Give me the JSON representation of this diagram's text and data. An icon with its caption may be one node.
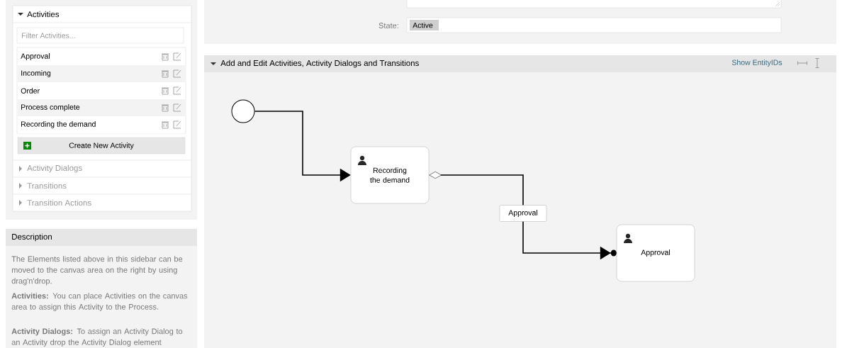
{
  "diagram": {
    "nodes": [
      {
        "text": [],
        "shape": "circle"
      },
      {
        "text": [
          "Recording the demand"
        ]
      },
      {
        "text": [
          "Approval"
        ]
      }
    ],
    "edges": [
      {
        "from": 0,
        "to": 1,
        "arrow": "to"
      },
      {
        "from": 1,
        "to": 2,
        "arrow": "to",
        "label": "Approval"
      }
    ],
    "labels": [
      "Activities",
      "Filter Activities...",
      "Approval",
      "Incoming",
      "Order",
      "Process complete",
      "Recording the demand",
      "Create New Activity",
      "Activity Dialogs",
      "Transitions",
      "Transition Actions",
      "Description",
      "The Elements listed above in this sidebar can be moved to the canvas area on the right by using drag'n'drop.",
      "**Activities:** You can place Activities on the canvas area to assign this Activity to the Process.",
      "**Activity Dialogs:** To assign an Activity Dialog to an Activity drop the Activity Dialog element",
      "State:",
      "Active",
      "Add and Edit Activities, Activity Dialogs and Transitions",
      "Show EntityIDs"
    ]
  }
}
